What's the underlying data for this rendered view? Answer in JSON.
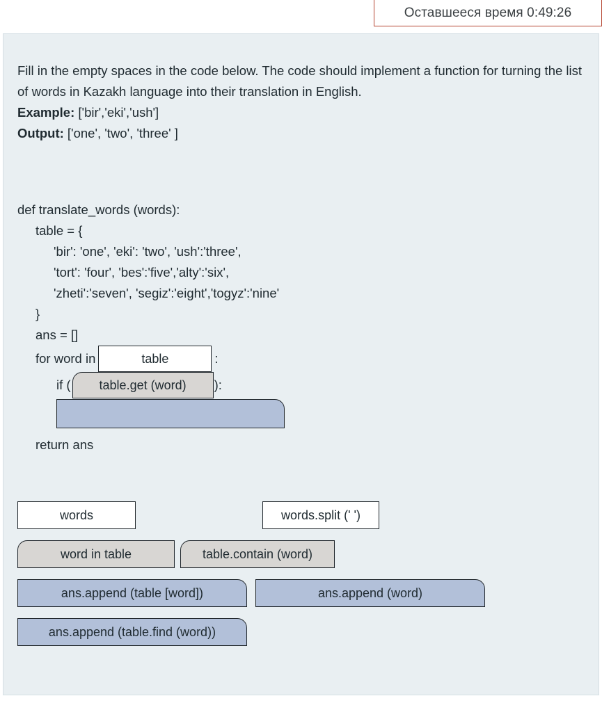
{
  "timer": {
    "label": "Оставшееся время 0:49:26",
    "border_color": "#b5432e"
  },
  "panel": {
    "background_color": "#e9eff2"
  },
  "prompt": {
    "paragraph": "Fill in the empty spaces in the code below. The code should implement a function for turning the list of words in Kazakh language into their translation in English.",
    "example_label": "Example:",
    "example_value": "['bir','eki','ush']",
    "output_label": "Output:",
    "output_value": "['one', 'two', 'three' ]"
  },
  "code": {
    "line_def": "def translate_words (words):",
    "line_table_open": "table = {",
    "line_dict1": "'bir': 'one', 'eki': 'two', 'ush':'three',",
    "line_dict2": "'tort': 'four', 'bes':'five','alty':'six',",
    "line_dict3": "'zheti':'seven', 'segiz':'eight','togyz':'nine'",
    "line_table_close": "}",
    "line_ans": "ans = []",
    "line_for_prefix": "for word in",
    "line_for_suffix": ":",
    "line_if_prefix": "if (",
    "line_if_suffix": "):",
    "line_return": "return ans"
  },
  "slots": [
    {
      "id": "slot-for-iterable",
      "filled_text": "table",
      "style": "white"
    },
    {
      "id": "slot-if-condition",
      "filled_text": "table.get (word)",
      "style": "grey"
    },
    {
      "id": "slot-loop-body",
      "filled_text": "",
      "style": "blue"
    }
  ],
  "answer_bank": {
    "rows": [
      [
        {
          "label": "words",
          "style": "white"
        },
        {
          "label": "words.split (' ')",
          "style": "white"
        }
      ],
      [
        {
          "label": "word in table",
          "style": "grey"
        },
        {
          "label": "table.contain (word)",
          "style": "grey"
        }
      ],
      [
        {
          "label": "ans.append (table [word])",
          "style": "blue"
        },
        {
          "label": "ans.append (word)",
          "style": "blue"
        }
      ],
      [
        {
          "label": "ans.append (table.find (word))",
          "style": "blue"
        }
      ]
    ]
  },
  "colors": {
    "tile_white": "#ffffff",
    "tile_grey": "#d8d6d3",
    "tile_blue": "#b2c0d9",
    "tile_border": "#20262b",
    "panel_bg": "#e9eff2",
    "text": "#1f2a30"
  }
}
